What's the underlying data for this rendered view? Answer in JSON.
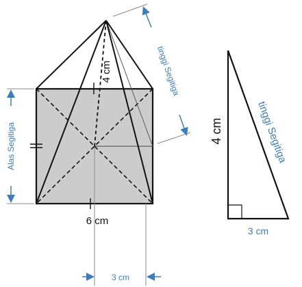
{
  "labels": {
    "pyramid_height": "4 cm",
    "triangle_height_slant": "tinggi Segitiga",
    "base_side": "6 cm",
    "half_base": "3 cm",
    "alas_segitiga": "Alas Segitiga",
    "right_triangle_height": "4 cm",
    "right_triangle_hypotenuse": "tinggi Segitiga",
    "right_triangle_base": "3 cm"
  },
  "colors": {
    "outline": "#111111",
    "base_fill": "#cccccc",
    "annotation": "#3a7ebf"
  }
}
